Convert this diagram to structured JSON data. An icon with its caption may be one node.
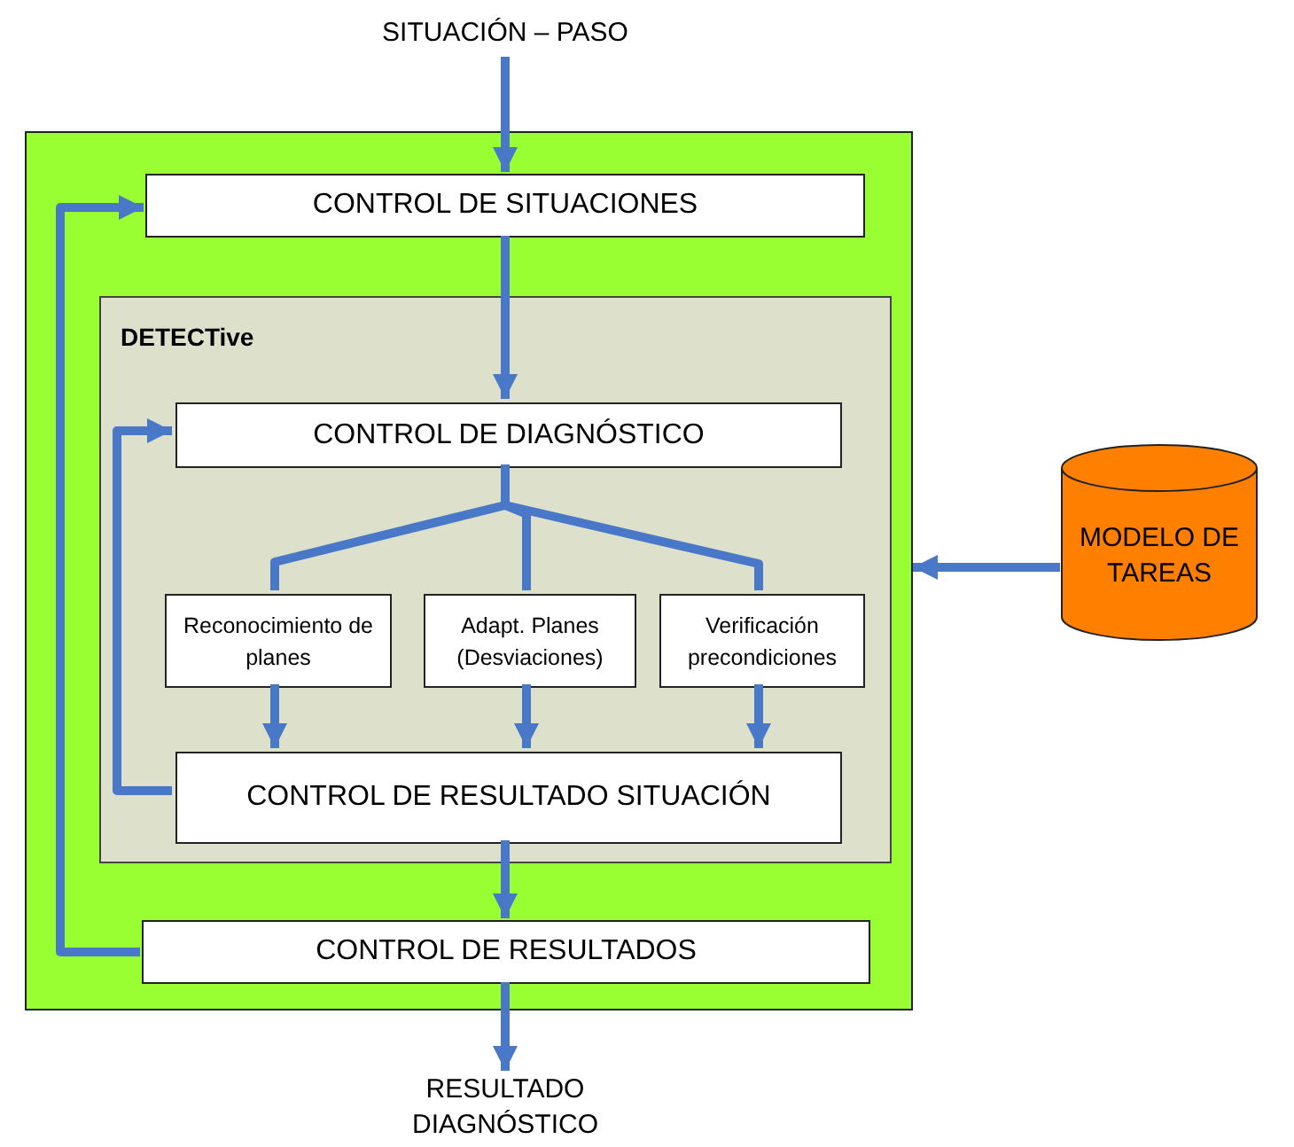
{
  "diagram": {
    "nodes": [
      {
        "text": [
          "SITUACIÓN – PASO"
        ]
      },
      {
        "text": [],
        "shape": "box"
      },
      {
        "text": [
          "CONTROL DE SITUACIONES"
        ],
        "in": 1
      },
      {
        "text": [
          "DETECTive"
        ],
        "in": 1
      },
      {
        "text": [
          "CONTROL DE DIAGNÓSTICO"
        ],
        "in": 3
      },
      {
        "text": [
          "Reconocimiento de planes"
        ],
        "in": 3
      },
      {
        "text": [
          "Adapt. Planes (Desviaciones)"
        ],
        "in": 3
      },
      {
        "text": [
          "Verificación precondiciones"
        ],
        "in": 3
      },
      {
        "text": [
          "CONTROL DE RESULTADO SITUACIÓN"
        ],
        "in": 3
      },
      {
        "text": [
          "CONTROL DE RESULTADOS"
        ],
        "in": 1
      },
      {
        "text": [
          "MODELO DE TAREAS"
        ]
      },
      {
        "text": [
          "RESULTADO DIAGNÓSTICO"
        ]
      }
    ],
    "edges": [
      {
        "from": 0,
        "to": 2,
        "arrow": "to"
      },
      {
        "from": 2,
        "to": 4,
        "arrow": "to"
      },
      {
        "from": 4,
        "to": 5,
        "arrow": "none"
      },
      {
        "from": 4,
        "to": 6,
        "arrow": "none"
      },
      {
        "from": 4,
        "to": 7,
        "arrow": "none"
      },
      {
        "from": 5,
        "to": 8,
        "arrow": "to"
      },
      {
        "from": 6,
        "to": 8,
        "arrow": "to"
      },
      {
        "from": 7,
        "to": 8,
        "arrow": "to"
      },
      {
        "from": 8,
        "to": 4,
        "arrow": "to"
      },
      {
        "from": 8,
        "to": 9,
        "arrow": "to"
      },
      {
        "from": 9,
        "to": 2,
        "arrow": "to"
      },
      {
        "from": 9,
        "to": 11,
        "arrow": "to"
      },
      {
        "from": 10,
        "to": 1,
        "arrow": "to"
      }
    ]
  }
}
